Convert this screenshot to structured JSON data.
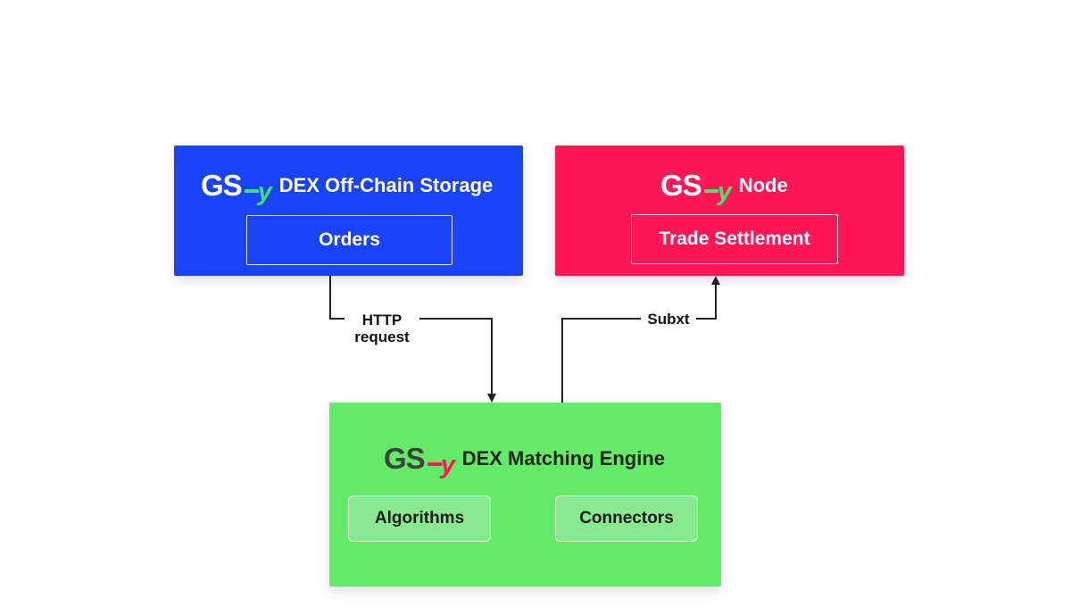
{
  "storage": {
    "logo": "GS",
    "logo_mark": "y",
    "title": "DEX Off-Chain Storage",
    "inner_label": "Orders",
    "color": "#1943f7"
  },
  "node": {
    "logo": "GS",
    "logo_mark": "y",
    "title": "Node",
    "inner_label": "Trade Settlement",
    "color": "#ff1654"
  },
  "engine": {
    "logo": "GS",
    "logo_mark": "y",
    "title": "DEX Matching Engine",
    "components": [
      "Algorithms",
      "Connectors"
    ],
    "color": "#63eb67"
  },
  "edges": {
    "http": {
      "line1": "HTTP",
      "line2": "request"
    },
    "subxt": "Subxt"
  }
}
